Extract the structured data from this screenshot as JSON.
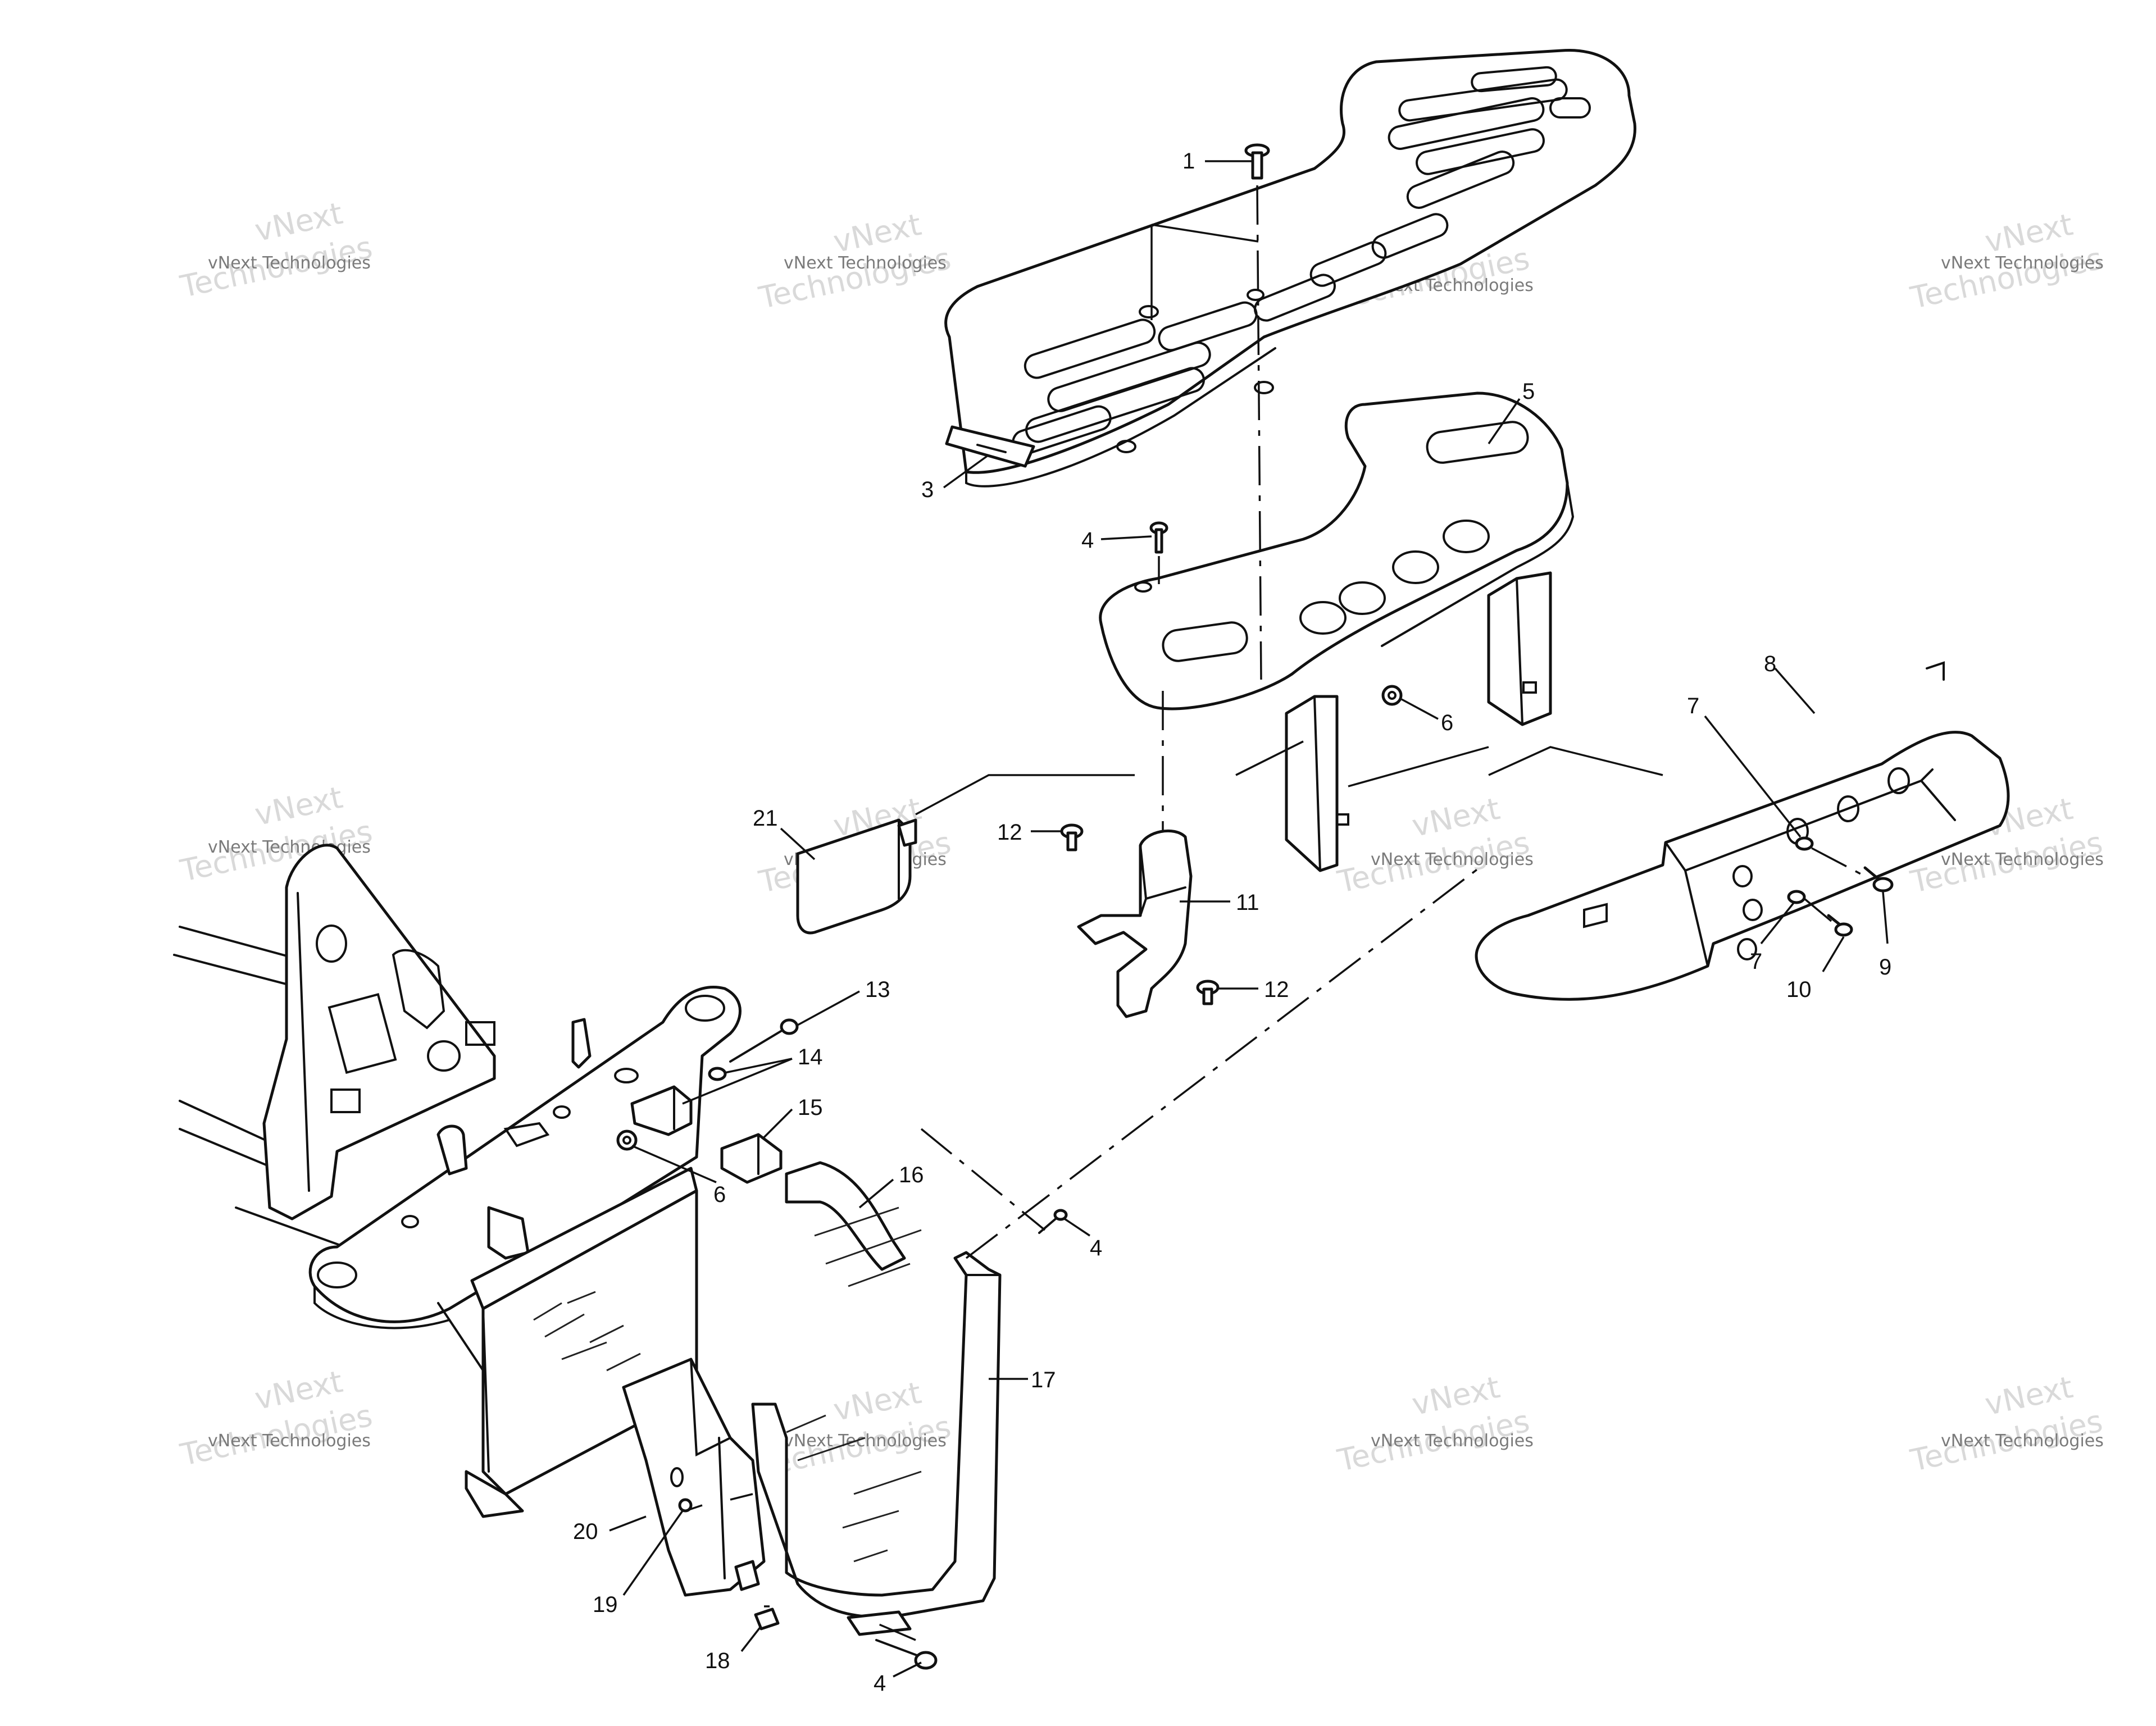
{
  "watermark": {
    "big_line1": "vNext",
    "big_line2": "Technologies",
    "small_line": "vNext Technologies"
  },
  "callouts": [
    {
      "id": "c1",
      "label": "1"
    },
    {
      "id": "c3",
      "label": "3"
    },
    {
      "id": "c4a",
      "label": "4"
    },
    {
      "id": "c4b",
      "label": "4"
    },
    {
      "id": "c4c",
      "label": "4"
    },
    {
      "id": "c5",
      "label": "5"
    },
    {
      "id": "c6a",
      "label": "6"
    },
    {
      "id": "c6b",
      "label": "6"
    },
    {
      "id": "c7a",
      "label": "7"
    },
    {
      "id": "c7b",
      "label": "7"
    },
    {
      "id": "c8",
      "label": "8"
    },
    {
      "id": "c9",
      "label": "9"
    },
    {
      "id": "c10",
      "label": "10"
    },
    {
      "id": "c11",
      "label": "11"
    },
    {
      "id": "c12a",
      "label": "12"
    },
    {
      "id": "c12b",
      "label": "12"
    },
    {
      "id": "c13",
      "label": "13"
    },
    {
      "id": "c14",
      "label": "14"
    },
    {
      "id": "c15",
      "label": "15"
    },
    {
      "id": "c16",
      "label": "16"
    },
    {
      "id": "c17",
      "label": "17"
    },
    {
      "id": "c18",
      "label": "18"
    },
    {
      "id": "c19",
      "label": "19"
    },
    {
      "id": "c20",
      "label": "20"
    },
    {
      "id": "c21",
      "label": "21"
    }
  ]
}
